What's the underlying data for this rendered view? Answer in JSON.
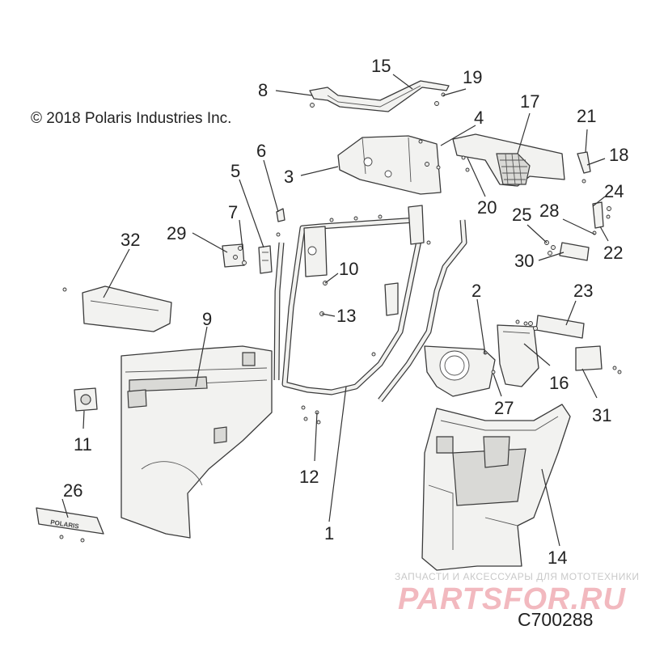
{
  "copyright": "© 2018 Polaris Industries Inc.",
  "drawing_id": "C700288",
  "brand_plate_text": "POLARIS",
  "watermark": {
    "tagline": "ЗАПЧАСТИ И АКСЕССУАРЫ ДЛЯ МОТОТЕХНИКИ",
    "logo": "PARTSFOR.RU"
  },
  "callouts": [
    "1",
    "2",
    "3",
    "4",
    "5",
    "6",
    "7",
    "8",
    "9",
    "10",
    "11",
    "12",
    "13",
    "14",
    "15",
    "16",
    "17",
    "18",
    "19",
    "20",
    "21",
    "22",
    "23",
    "24",
    "25",
    "26",
    "27",
    "28",
    "29",
    "30",
    "31",
    "32"
  ]
}
